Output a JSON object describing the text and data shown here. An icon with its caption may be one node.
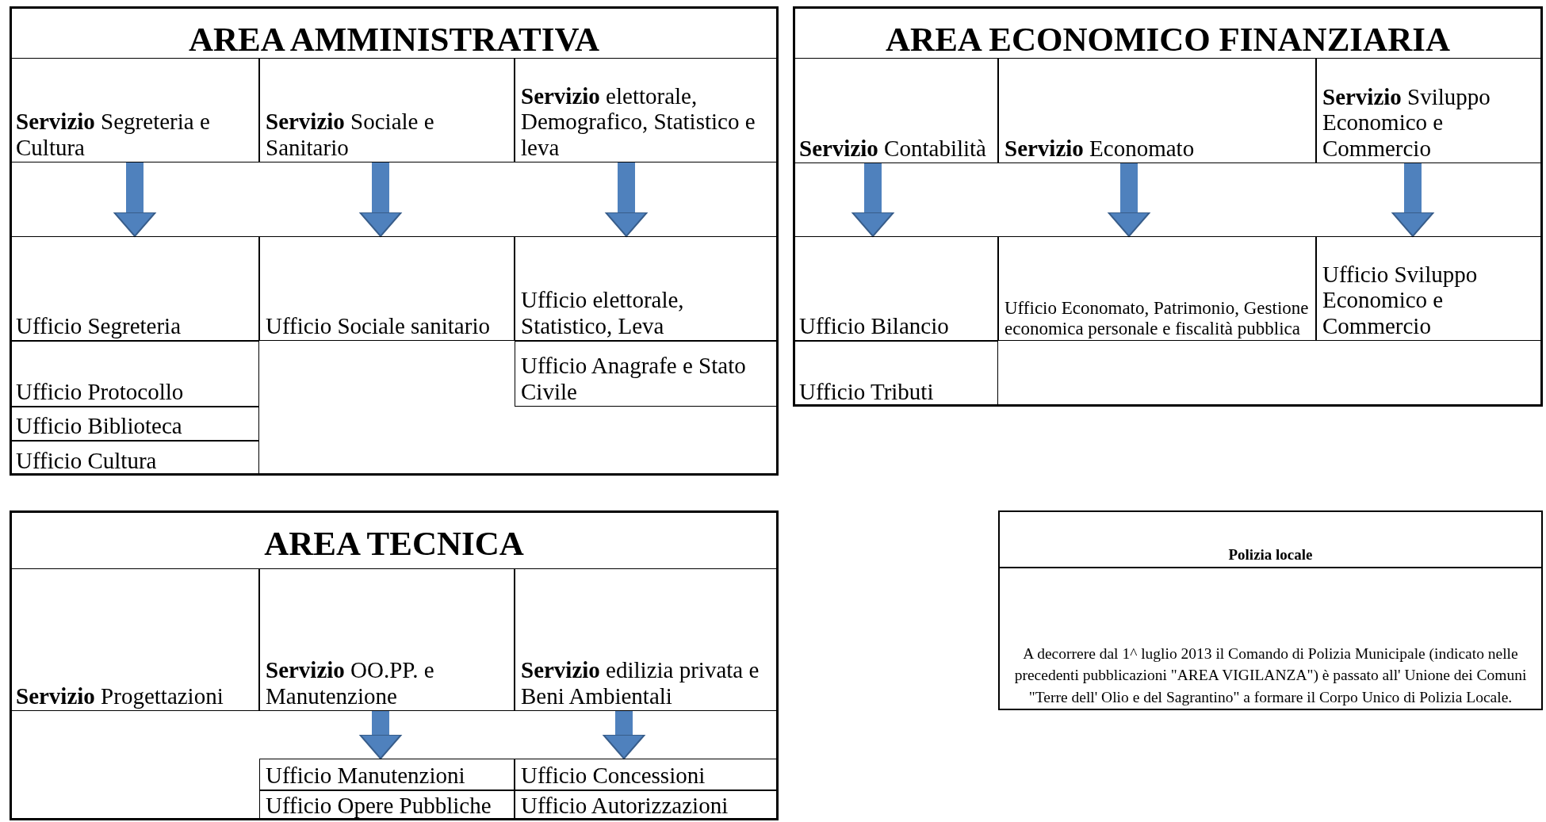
{
  "diagram": {
    "nodes": [
      {
        "text": [
          "AREA AMMINISTRATIVA"
        ]
      },
      {
        "text": [
          "**Servizio** Segreteria e Cultura"
        ],
        "in": 0
      },
      {
        "text": [
          "**Servizio** Sociale e Sanitario"
        ],
        "in": 0
      },
      {
        "text": [
          "**Servizio** elettorale, Demografico, Statistico e leva"
        ],
        "in": 0
      },
      {
        "text": [
          "Ufficio Segreteria"
        ],
        "in": 0
      },
      {
        "text": [
          "Ufficio Sociale sanitario"
        ],
        "in": 0
      },
      {
        "text": [
          "Ufficio elettorale, Statistico, Leva"
        ],
        "in": 0
      },
      {
        "text": [
          "Ufficio Protocollo"
        ],
        "in": 0
      },
      {
        "text": [
          "Ufficio Anagrafe e Stato Civile"
        ],
        "in": 0
      },
      {
        "text": [
          "Ufficio Biblioteca"
        ],
        "in": 0
      },
      {
        "text": [
          "Ufficio Cultura"
        ],
        "in": 0
      },
      {
        "text": [
          "AREA ECONOMICO FINANZIARIA"
        ]
      },
      {
        "text": [
          "**Servizio** Contabilità"
        ],
        "in": 11
      },
      {
        "text": [
          "**Servizio** Economato"
        ],
        "in": 11
      },
      {
        "text": [
          "**Servizio** Sviluppo Economico e Commercio"
        ],
        "in": 11
      },
      {
        "text": [
          "Ufficio Bilancio"
        ],
        "in": 11
      },
      {
        "text": [
          "Ufficio Economato, Patrimonio, Gestione economica personale e fiscalità pubblica"
        ],
        "in": 11
      },
      {
        "text": [
          "Ufficio Sviluppo Economico e Commercio"
        ],
        "in": 11
      },
      {
        "text": [
          "Ufficio Tributi"
        ],
        "in": 11
      },
      {
        "text": [
          "AREA TECNICA"
        ]
      },
      {
        "text": [
          "**Servizio** Progettazioni"
        ],
        "in": 19
      },
      {
        "text": [
          "**Servizio** OO.PP. e Manutenzione"
        ],
        "in": 19
      },
      {
        "text": [
          "**Servizio** edilizia privata e Beni Ambientali"
        ],
        "in": 19
      },
      {
        "text": [
          "Ufficio Manutenzioni"
        ],
        "in": 19
      },
      {
        "text": [
          "Ufficio Concessioni"
        ],
        "in": 19
      },
      {
        "text": [
          "Ufficio Opere Pubbliche"
        ],
        "in": 19
      },
      {
        "text": [
          "Ufficio Autorizzazioni"
        ],
        "in": 19
      },
      {
        "text": [
          "Polizia locale",
          "A decorrere dal 1^ luglio 2013 il Comando di Polizia Municipale (indicato nelle precedenti pubblicazioni \"AREA VIGILANZA\") è passato all' Unione dei Comuni \"Terre dell' Olio e del Sagrantino\" a formare il Corpo Unico di Polizia Locale."
        ]
      }
    ],
    "edges": [
      {
        "from": 1,
        "to": 4,
        "arrow": "to"
      },
      {
        "from": 2,
        "to": 5,
        "arrow": "to"
      },
      {
        "from": 3,
        "to": 6,
        "arrow": "to"
      },
      {
        "from": 12,
        "to": 15,
        "arrow": "to"
      },
      {
        "from": 13,
        "to": 16,
        "arrow": "to"
      },
      {
        "from": 14,
        "to": 17,
        "arrow": "to"
      },
      {
        "from": 21,
        "to": 23,
        "arrow": "to"
      },
      {
        "from": 22,
        "to": 24,
        "arrow": "to"
      }
    ]
  }
}
